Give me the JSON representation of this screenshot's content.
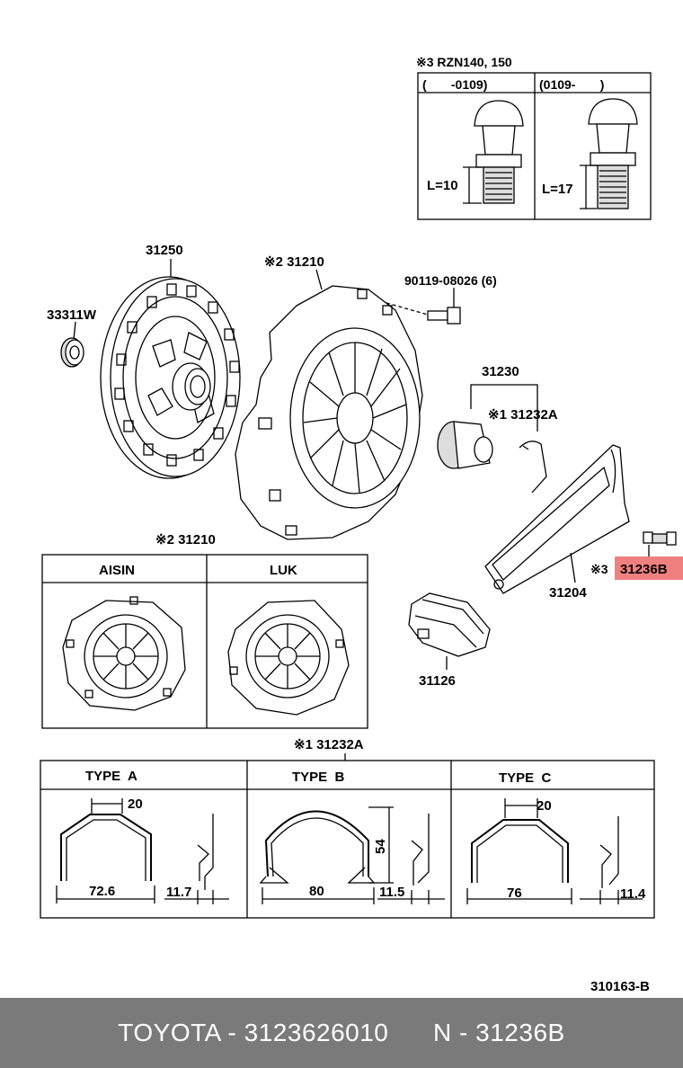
{
  "inset": {
    "title": "※3 RZN140, 150",
    "col_left": "(       -0109)",
    "col_right": "(0109-       )",
    "len_left": "L=10",
    "len_right": "L=17"
  },
  "parts": {
    "disc": "31250",
    "seal": "33311W",
    "cover": "※2  31210",
    "bolt": "90119-08026 (6)",
    "bearing_assy": "31230",
    "clip_top": "※1 31232A",
    "fork": "31204",
    "pivot_prefix": "※3",
    "pivot": "31236B",
    "boot": "31126"
  },
  "cover_table": {
    "title": "※2  31210",
    "left": "AISIN",
    "right": "LUK"
  },
  "clip_table": {
    "title": "※1 31232A",
    "type_a": "TYPE  A",
    "type_b": "TYPE  B",
    "type_c": "TYPE  C",
    "a_top": "20",
    "a_width": "72.6",
    "a_side": "11.7",
    "b_height": "54",
    "b_width": "80",
    "b_side": "11.5",
    "c_top": "20",
    "c_width": "76",
    "c_side": "11.4"
  },
  "diagram_id": "310163-B",
  "footer": "TOYOTA - 3123626010      N - 31236B",
  "colors": {
    "highlight": "#f08080",
    "footer_bg": "#7a7a7a"
  }
}
